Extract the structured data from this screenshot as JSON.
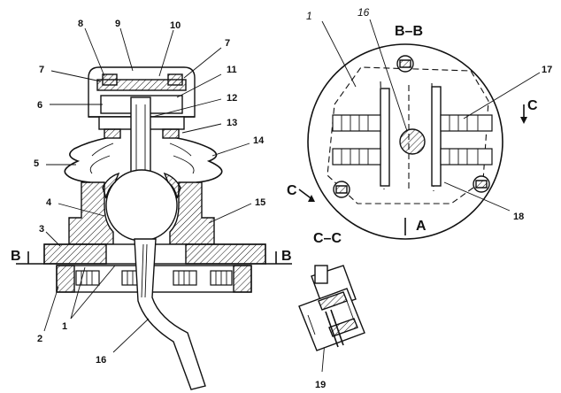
{
  "left_view": {
    "part_labels": [
      "8",
      "9",
      "10",
      "7",
      "7",
      "11",
      "6",
      "12",
      "13",
      "14",
      "5",
      "4",
      "15",
      "3",
      "1",
      "2",
      "16"
    ],
    "section_markers": [
      "B",
      "B"
    ]
  },
  "right_view": {
    "section_title": "B–B",
    "italic_labels": [
      "1",
      "16"
    ],
    "part_labels": [
      "17",
      "18",
      "19"
    ],
    "view_markers": [
      "C",
      "C"
    ],
    "point_label": "A",
    "subsection_title": "C–C"
  }
}
